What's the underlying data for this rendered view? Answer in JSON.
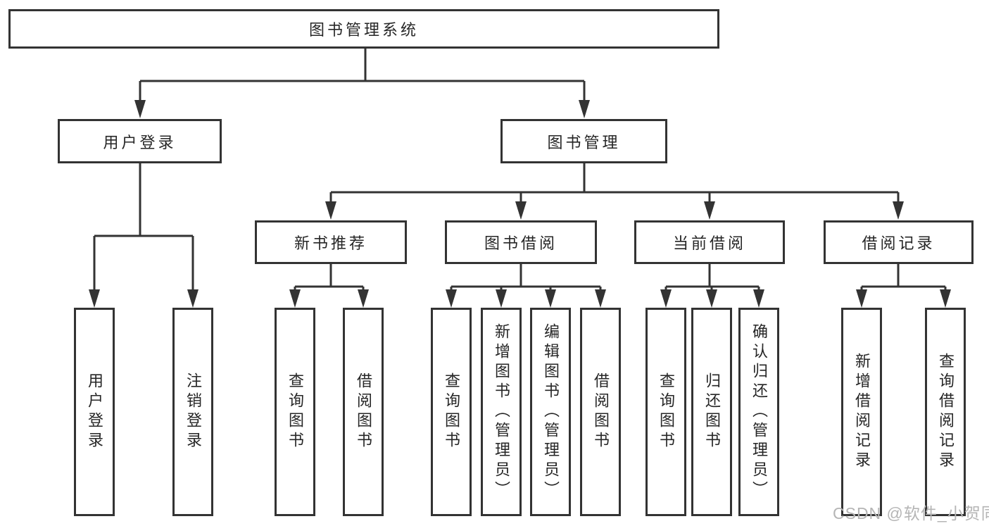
{
  "tree": {
    "label": "图书管理系统",
    "children": [
      {
        "label": "用户登录",
        "children": [
          {
            "label": "用户登录"
          },
          {
            "label": "注销登录"
          }
        ]
      },
      {
        "label": "图书管理",
        "children": [
          {
            "label": "新书推荐",
            "children": [
              {
                "label": "查询图书"
              },
              {
                "label": "借阅图书"
              }
            ]
          },
          {
            "label": "图书借阅",
            "children": [
              {
                "label": "查询图书"
              },
              {
                "label": "新增图书（管理员）"
              },
              {
                "label": "编辑图书（管理员）"
              },
              {
                "label": "借阅图书"
              }
            ]
          },
          {
            "label": "当前借阅",
            "children": [
              {
                "label": "查询图书"
              },
              {
                "label": "归还图书"
              },
              {
                "label": "确认归还（管理员）"
              }
            ]
          },
          {
            "label": "借阅记录",
            "children": [
              {
                "label": "新增借阅记录"
              },
              {
                "label": "查询借阅记录"
              }
            ]
          }
        ]
      }
    ]
  },
  "watermark": {
    "text": "CSDN @软件_小贺同学"
  },
  "colors": {
    "line": "#333333",
    "text": "#262626",
    "watermark": "#b5b5b5",
    "bg": "#ffffff",
    "box-bg": "#ffffff"
  }
}
